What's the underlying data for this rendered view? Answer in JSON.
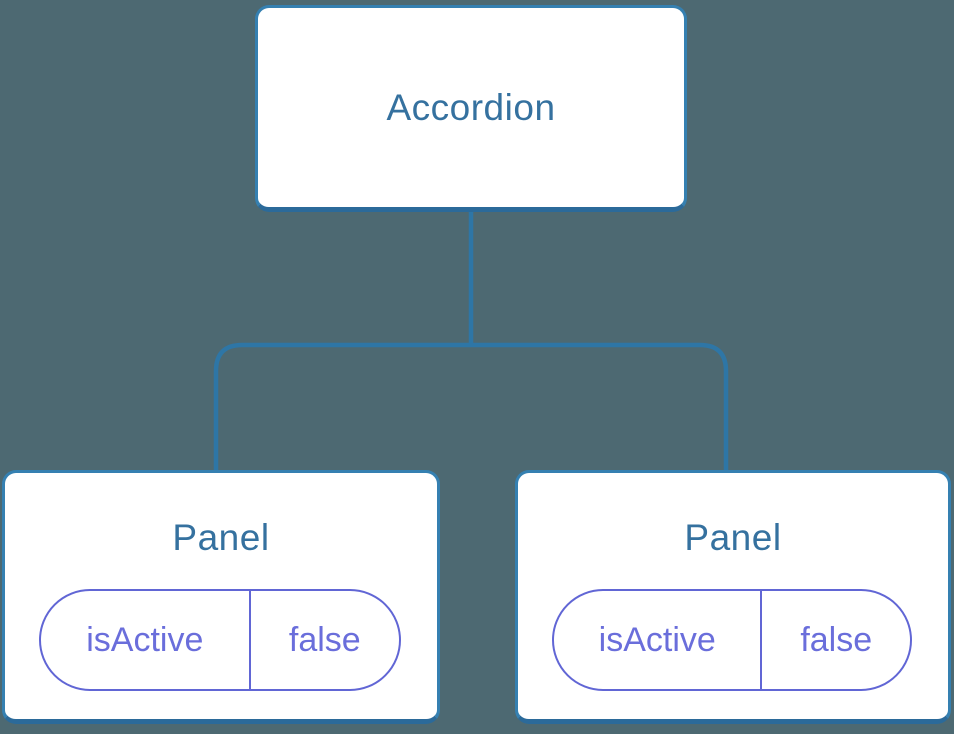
{
  "diagram": {
    "kind": "component-tree",
    "root": {
      "label": "Accordion"
    },
    "children": [
      {
        "label": "Panel",
        "state": {
          "key": "isActive",
          "value": "false"
        }
      },
      {
        "label": "Panel",
        "state": {
          "key": "isActive",
          "value": "false"
        }
      }
    ]
  },
  "colors": {
    "background": "#4d6972",
    "box_fill": "#ffffff",
    "box_border": "#3580b1",
    "box_border_dark": "#2b6a9a",
    "node_title": "#35719f",
    "connector": "#2e76a6",
    "pill_border": "#6166d5",
    "pill_text": "#6a6edb"
  }
}
